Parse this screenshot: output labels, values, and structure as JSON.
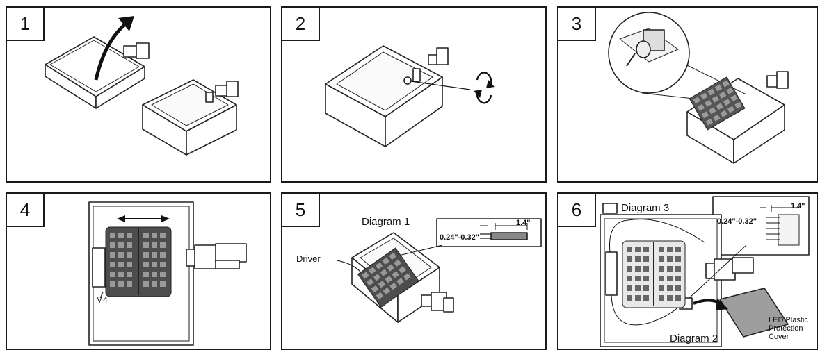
{
  "panels": [
    {
      "step": "1"
    },
    {
      "step": "2"
    },
    {
      "step": "3"
    },
    {
      "step": "4",
      "label": "M4"
    },
    {
      "step": "5",
      "diagram_label": "Diagram 1",
      "driver_label": "Driver",
      "dim_a": "0.24\"-0.32\"",
      "dim_b": "1.4\""
    },
    {
      "step": "6",
      "diagram3_label": "Diagram 3",
      "diagram2_label": "Diagram 2",
      "dim_a": "0.24\"-0.32\"",
      "dim_b": "1.4\"",
      "cover_label_1": "LED Plastic",
      "cover_label_2": "Protection",
      "cover_label_3": "Cover"
    }
  ]
}
